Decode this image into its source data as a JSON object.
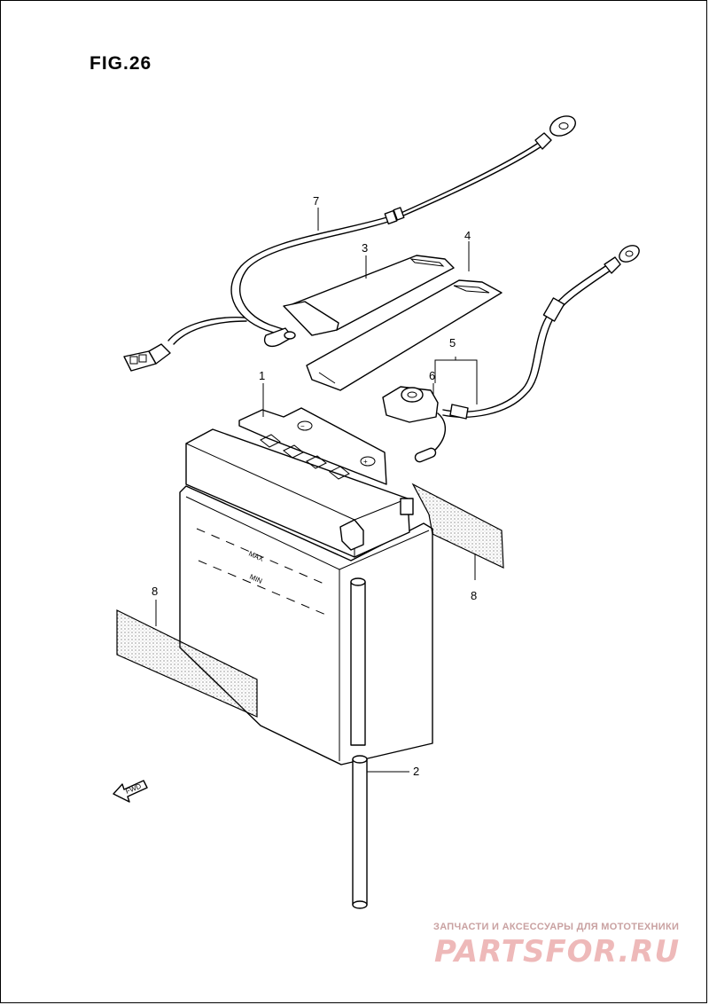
{
  "figure": {
    "title": "FIG.26"
  },
  "callouts": {
    "c1": "1",
    "c2": "2",
    "c3": "3",
    "c4": "4",
    "c5": "5",
    "c6": "6",
    "c7": "7",
    "c8_left": "8",
    "c8_right": "8"
  },
  "battery_marks": {
    "max": "MAX",
    "min": "MIN",
    "minus": "−",
    "plus": "+"
  },
  "fwd_label": "FWD",
  "watermark": {
    "caption": "ЗАПЧАСТИ И АКСЕССУАРЫ ДЛЯ МОТОТЕХНИКИ",
    "logo": "PARTSFOR.RU"
  },
  "colors": {
    "line": "#000000",
    "watermark": "#eeb9b9"
  }
}
